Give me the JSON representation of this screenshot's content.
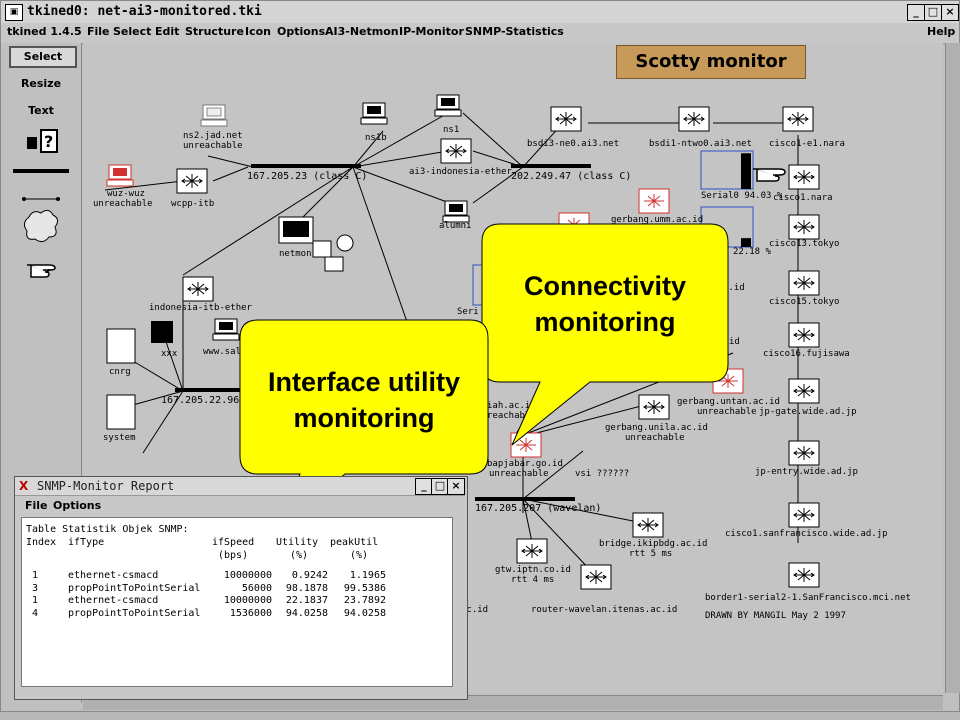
{
  "window": {
    "title": "tkined0: net-ai3-monitored.tki",
    "version": "tkined 1.4.5"
  },
  "menu": [
    "File",
    "Select",
    "Edit",
    "Structure",
    "Icon",
    "Options",
    "AI3-Netmon",
    "IP-Monitor",
    "SNMP-Statistics"
  ],
  "help_label": "Help",
  "tools": {
    "select": "Select",
    "resize": "Resize",
    "text": "Text"
  },
  "banner": "Scotty monitor",
  "callouts": {
    "connectivity": [
      "Connectivity",
      "monitoring"
    ],
    "interface": [
      "Interface utility",
      "monitoring"
    ]
  },
  "nodes": {
    "ns2": [
      "ns2.jad.net",
      "unreachable"
    ],
    "wuz": [
      "wuz-wuz",
      "unreachable"
    ],
    "wcpp": "wcpp-itb",
    "ns1b": "ns1b",
    "ns1": "ns1",
    "ai3_indo": "ai3-indonesia-ether",
    "alumni": "alumni",
    "netmon": "netmon",
    "bsdi3": "bsdi3-ne0.ai3.net",
    "bsdi1": "bsdi1-ntwo0.ai3.net",
    "cisco1e1": "cisco1-e1.nara",
    "cisco1nara": "cisco1.nara",
    "cisco13": "cisco13.tokyo",
    "cisco15": "cisco15.tokyo",
    "cisco16": "cisco16.fujisawa",
    "jpgate": "jp-gate.wide.ad.jp",
    "jpentry": "jp-entry.wide.ad.jp",
    "cisco1sf": "cisco1.sanfrancisco.wide.ad.jp",
    "border": "border1-serial2-1.SanFrancisco.mci.net",
    "gerbang_umm": "gerbang.umm.ac.id",
    "gerbang_untan": [
      "gerbang.untan.ac.id",
      "unreachable"
    ],
    "gerbang_unila": [
      "gerbang.unila.ac.id",
      "unreachable"
    ],
    "indonesia_itb": "indonesia-itb-ether",
    "cnrg": "cnrg",
    "xxx": "xxx",
    "wwwsal": "www.salm",
    "system": "system",
    "bapjabar": [
      "bapjabar.go.id",
      "unreachable"
    ],
    "reachable": [
      "iah.ac.id",
      "reachable"
    ],
    "vsi": "vsi ??????",
    "bridge": [
      "bridge.ikipbdg.ac.id",
      "rtt 5 ms"
    ],
    "gtw": [
      "gtw.iptn.co.id",
      "rtt 4 ms"
    ],
    "router_wavelan": "router-wavelan.itenas.ac.id",
    "partial_c_id": "c.id",
    "partial_ac_id": "ac.id",
    "partial_id": "id",
    "partial_seri": "Seri"
  },
  "networks": {
    "net23": "167.205.23 (class C)",
    "net202": "202.249.47 (class C)",
    "net96": "167.205.22.96 (s",
    "net207": "167.205.207 (wavelan)"
  },
  "gauges": {
    "serial0": "Serial0 94.03 %",
    "other": "22.18 %",
    "serial0_value": 94.03,
    "other_value": 22.18
  },
  "credit": "DRAWN BY MANGIL May 2 1997",
  "snmp": {
    "title": "SNMP-Monitor Report",
    "menu": [
      "File",
      "Options"
    ],
    "heading": "Table Statistik Objek SNMP:",
    "columns": [
      "Index",
      "ifType",
      "ifSpeed",
      "Utility",
      "peakUtil"
    ],
    "units": [
      "",
      "",
      "(bps)",
      "(%)",
      "(%)"
    ],
    "rows": [
      [
        "1",
        "ethernet-csmacd",
        "10000000",
        "0.9242",
        "1.1965"
      ],
      [
        "3",
        "propPointToPointSerial",
        "56000",
        "98.1878",
        "99.5386"
      ],
      [
        "1",
        "ethernet-csmacd",
        "10000000",
        "22.1837",
        "23.7892"
      ],
      [
        "4",
        "propPointToPointSerial",
        "1536000",
        "94.0258",
        "94.0258"
      ]
    ]
  }
}
